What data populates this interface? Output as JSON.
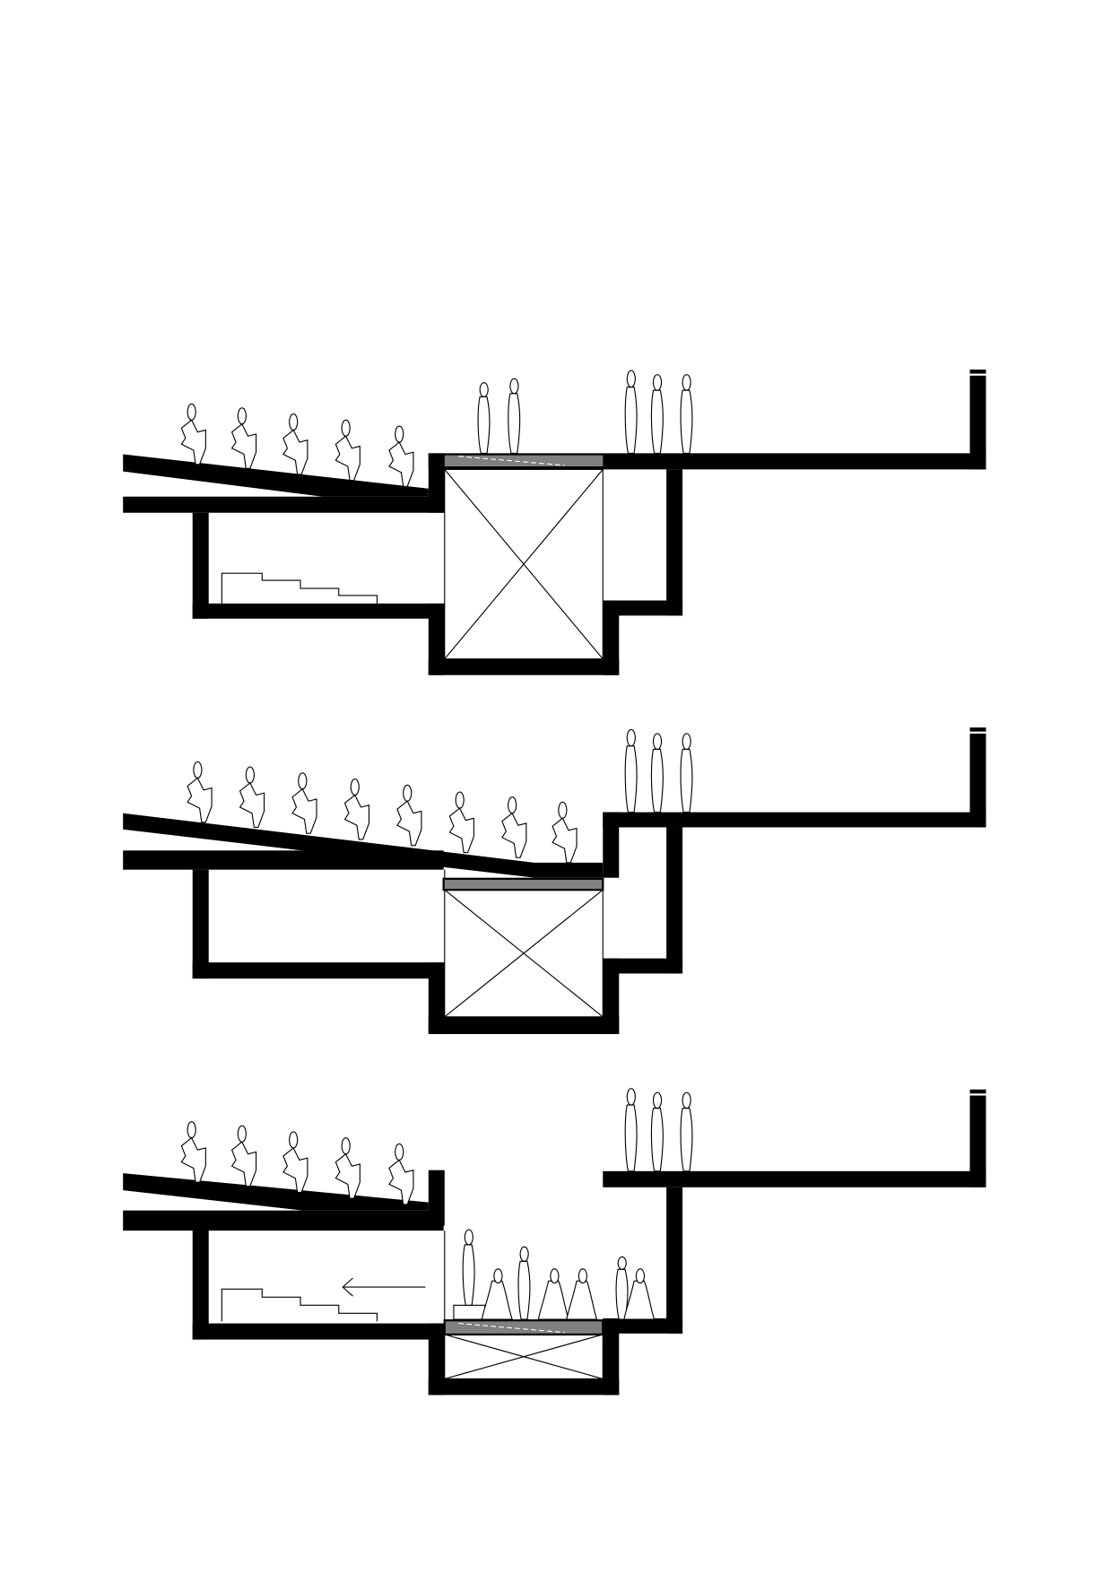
{
  "diagram": {
    "kind": "architectural-section-sequence",
    "sections": [
      {
        "state": "lift-up",
        "seated_people": 5,
        "standing_on_lift": 2,
        "standing_on_deck": 3
      },
      {
        "state": "lift-mid",
        "seated_people": 8,
        "standing_on_deck": 3
      },
      {
        "state": "lift-down",
        "seated_people": 5,
        "people_on_lower_floor": 7,
        "standing_on_deck": 3,
        "arrow": "left"
      }
    ],
    "colors": {
      "wall": "#000000",
      "platform": "#808080",
      "background": "#ffffff"
    }
  }
}
